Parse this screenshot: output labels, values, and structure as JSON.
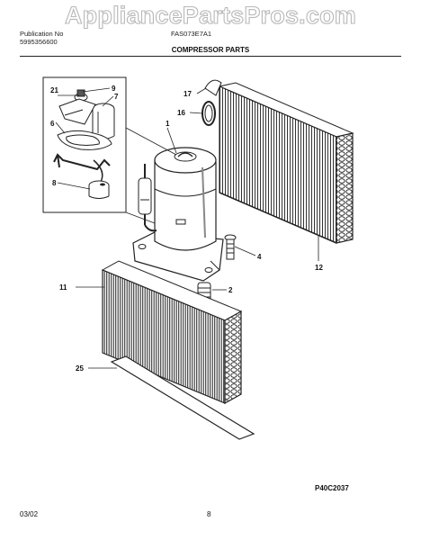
{
  "watermark": "AppliancePartsPros.com",
  "header": {
    "left_line1": "Publication No",
    "left_line2": "5995356600",
    "center": "FAS073E7A1",
    "title": "COMPRESSOR PARTS"
  },
  "callouts": {
    "c1": "1",
    "c2": "2",
    "c4": "4",
    "c6": "6",
    "c7": "7",
    "c8": "8",
    "c9": "9",
    "c11": "11",
    "c12": "12",
    "c16": "16",
    "c17": "17",
    "c21": "21",
    "c25": "25"
  },
  "figure_code": "P40C2037",
  "footer": {
    "date": "03/02",
    "page": "8"
  }
}
